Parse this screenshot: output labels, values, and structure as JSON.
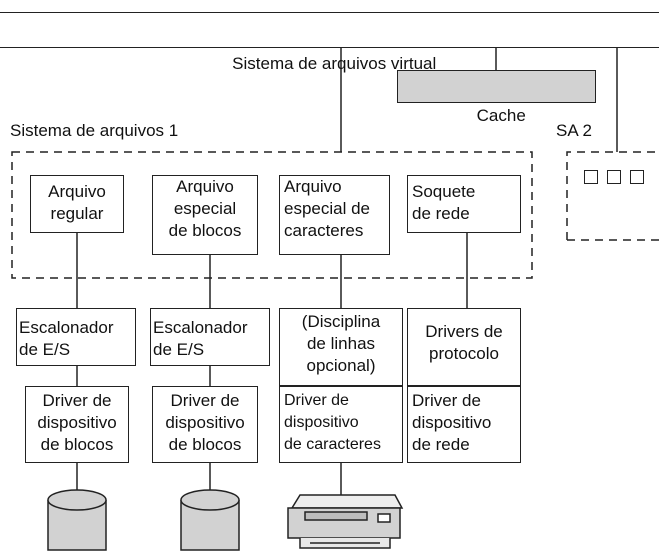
{
  "vfs_label": "Sistema de arquivos virtual",
  "cache_label": "Cache",
  "fs1_label": "Sistema de arquivos 1",
  "fs2_label": "SA 2",
  "file_types": [
    "Arquivo\nregular",
    "Arquivo\nespecial\nde blocos",
    "Arquivo\nespecial de\ncaracteres",
    "Soquete\nde rede"
  ],
  "middle_layer": [
    "Escalonador\nde E/S",
    "Escalonador\nde E/S",
    "(Disciplina\nde linhas\nopcional)",
    "Drivers de\nprotocolo"
  ],
  "drivers": [
    "Driver de\ndispositivo\nde blocos",
    "Driver de\ndispositivo\nde blocos",
    "Driver de\ndispositivo\nde caracteres",
    "Driver de\ndispositivo\nde rede"
  ],
  "devices": [
    "disk-icon",
    "disk-icon",
    "printer-icon"
  ]
}
